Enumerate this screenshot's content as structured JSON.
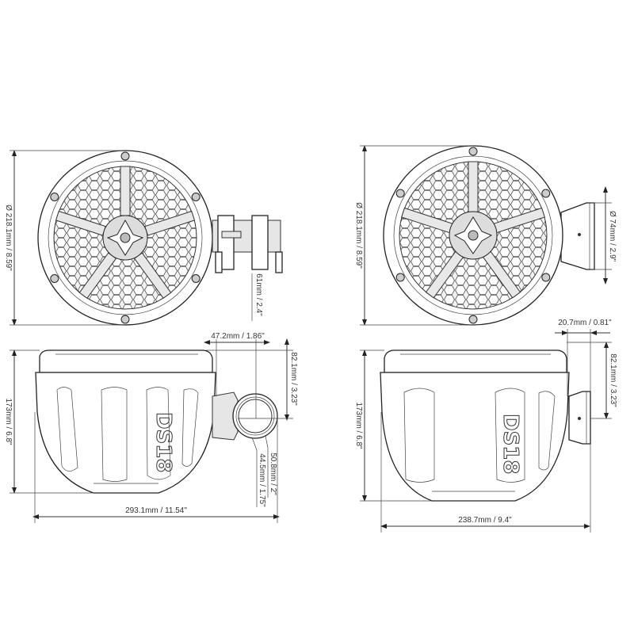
{
  "dimensions": {
    "front_left_diameter": "Ø 218.1mm / 8.59\"",
    "front_left_mount_depth": "61mm / 2.4\"",
    "side_left_clamp_offset": "47.2mm / 1.86\"",
    "side_left_clamp_height": "82.1mm / 3.23\"",
    "side_left_height": "173mm / 6.8\"",
    "side_left_clamp_outer": "50.8mm / 2\"",
    "side_left_clamp_inner": "44.5mm / 1.75\"",
    "side_left_width": "293.1mm / 11.54\"",
    "front_right_diameter": "Ø 218.1mm / 8.59\"",
    "front_right_mount_diameter": "Ø 74mm / 2.9\"",
    "side_right_flange_depth": "20.7mm / 0.81\"",
    "side_right_mount_height": "82.1mm / 3.23\"",
    "side_right_height": "173mm / 6.8\"",
    "side_right_width": "238.7mm / 9.4\""
  },
  "logo": "DS18"
}
